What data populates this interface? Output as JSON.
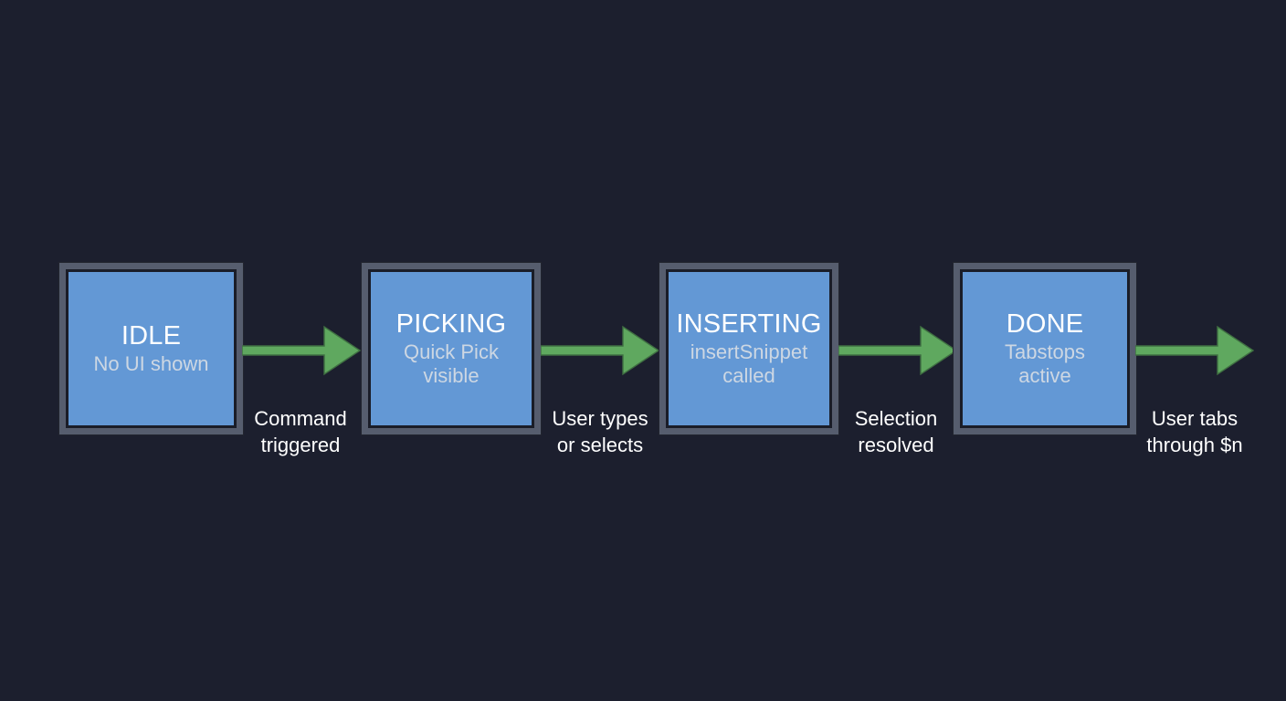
{
  "diagram": {
    "type": "state-machine-flow",
    "background_color": "#1c1f2e",
    "node_fill_color": "#6398d5",
    "node_frame_color": "#565d6e",
    "arrow_color": "#5fa85f",
    "label_color": "#ffffff",
    "states": [
      {
        "id": "idle",
        "title": "IDLE",
        "subtitle": "No UI shown"
      },
      {
        "id": "picking",
        "title": "PICKING",
        "subtitle": "Quick Pick\nvisible"
      },
      {
        "id": "inserting",
        "title": "INSERTING",
        "subtitle": "insertSnippet\ncalled"
      },
      {
        "id": "done",
        "title": "DONE",
        "subtitle": "Tabstops\nactive"
      }
    ],
    "transitions": [
      {
        "id": "idle-to-picking",
        "label": "Command\ntriggered"
      },
      {
        "id": "picking-to-inserting",
        "label": "User types\nor selects"
      },
      {
        "id": "inserting-to-done",
        "label": "Selection\nresolved"
      },
      {
        "id": "done-to-exit",
        "label": "User tabs\nthrough $n"
      }
    ]
  }
}
